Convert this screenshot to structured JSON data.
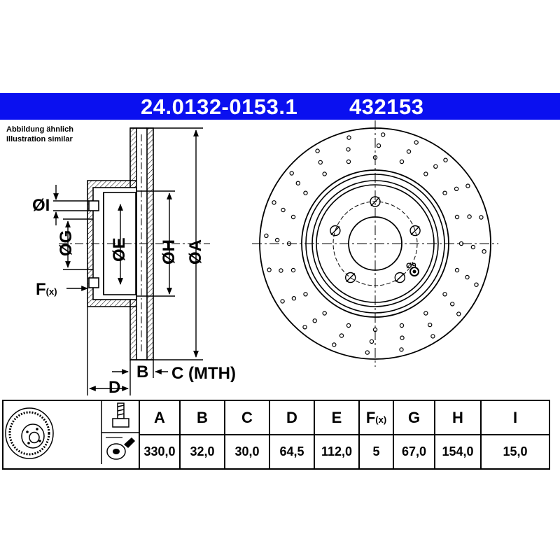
{
  "header": {
    "part_number": "24.0132-0153.1",
    "code": "432153"
  },
  "note": {
    "line1": "Abbildung ähnlich",
    "line2": "Illustration similar"
  },
  "drawing": {
    "dim_I": "ØI",
    "dim_G": "ØG",
    "dim_E": "ØE",
    "dim_H": "ØH",
    "dim_A": "ØA",
    "dim_F": "F",
    "dim_F_suffix": "(x)",
    "dim_B": "B",
    "dim_C": "C (MTH)",
    "dim_D": "D",
    "hole_label": "Ø9"
  },
  "colors": {
    "banner": "#0a10f0",
    "text": "#000000",
    "banner_text": "#ffffff"
  },
  "table": {
    "headers": [
      "A",
      "B",
      "C",
      "D",
      "E",
      "F",
      "G",
      "H",
      "I"
    ],
    "f_suffix": "(x)",
    "values": [
      "330,0",
      "32,0",
      "30,0",
      "64,5",
      "112,0",
      "5",
      "67,0",
      "154,0",
      "15,0"
    ]
  }
}
